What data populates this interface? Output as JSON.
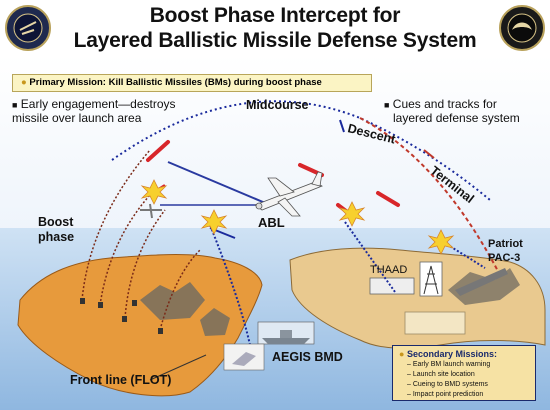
{
  "title": {
    "line1": "Boost Phase Intercept for",
    "line2": "Layered Ballistic Missile Defense System"
  },
  "primary_mission": "Primary Mission: Kill Ballistic Missiles (BMs) during boost phase",
  "notes": {
    "early_engagement": [
      "Early engagement—destroys",
      "missile over launch area"
    ],
    "cues": [
      "Cues and tracks for",
      "layered defense system"
    ]
  },
  "phases": {
    "boost": [
      "Boost",
      "phase"
    ],
    "midcourse": "Midcourse",
    "descent": "Descent",
    "terminal": "Terminal"
  },
  "assets": {
    "abl": "ABL",
    "thaad": "THAAD",
    "patriot": [
      "Patriot",
      "PAC-3"
    ],
    "aegis": "AEGIS BMD"
  },
  "front_line": "Front line (FLOT)",
  "secondary_missions": {
    "title": "Secondary Missions:",
    "items": [
      "Early BM launch warning",
      "Launch site location",
      "Cueing to BMD systems",
      "Impact point prediction"
    ]
  },
  "colors": {
    "land": "#e79a3c",
    "land_right": "#e9c98f",
    "water": "#9fc3e6",
    "midcourse_arc": "#1a2a9c",
    "missile": "#d8262a",
    "terminal_arc": "#c0392b",
    "yellow_box": "#fbf4c4",
    "secondary_box": "#f6e2a4"
  },
  "icons": [
    "seal-left-icon",
    "seal-right-icon",
    "missile-icon",
    "aircraft-icon",
    "ship-icon",
    "explosion-icon",
    "radar-icon"
  ]
}
